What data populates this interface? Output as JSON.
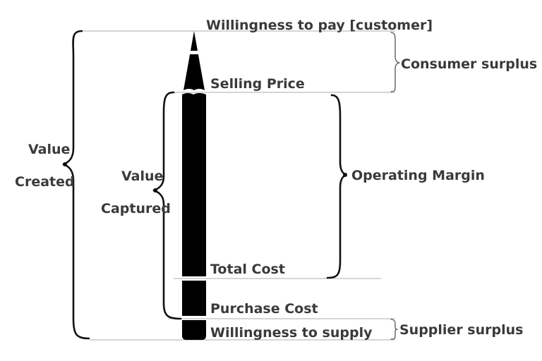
{
  "labels": {
    "willingness_to_pay": "Willingness to pay [customer]",
    "consumer_surplus": "Consumer surplus",
    "selling_price": "Selling Price",
    "value_created_line1": "Value",
    "value_created_line2": "Created",
    "value_captured_line1": "Value",
    "value_captured_line2": "Captured",
    "operating_margin": "Operating Margin",
    "total_cost": "Total Cost",
    "purchase_cost": "Purchase Cost",
    "willingness_to_supply": "Willingness to supply",
    "supplier_surplus": "Supplier surplus"
  },
  "colors": {
    "pencil": "#000000",
    "text": "#3a3a3a",
    "guide_lines": "#bdbdbd"
  }
}
